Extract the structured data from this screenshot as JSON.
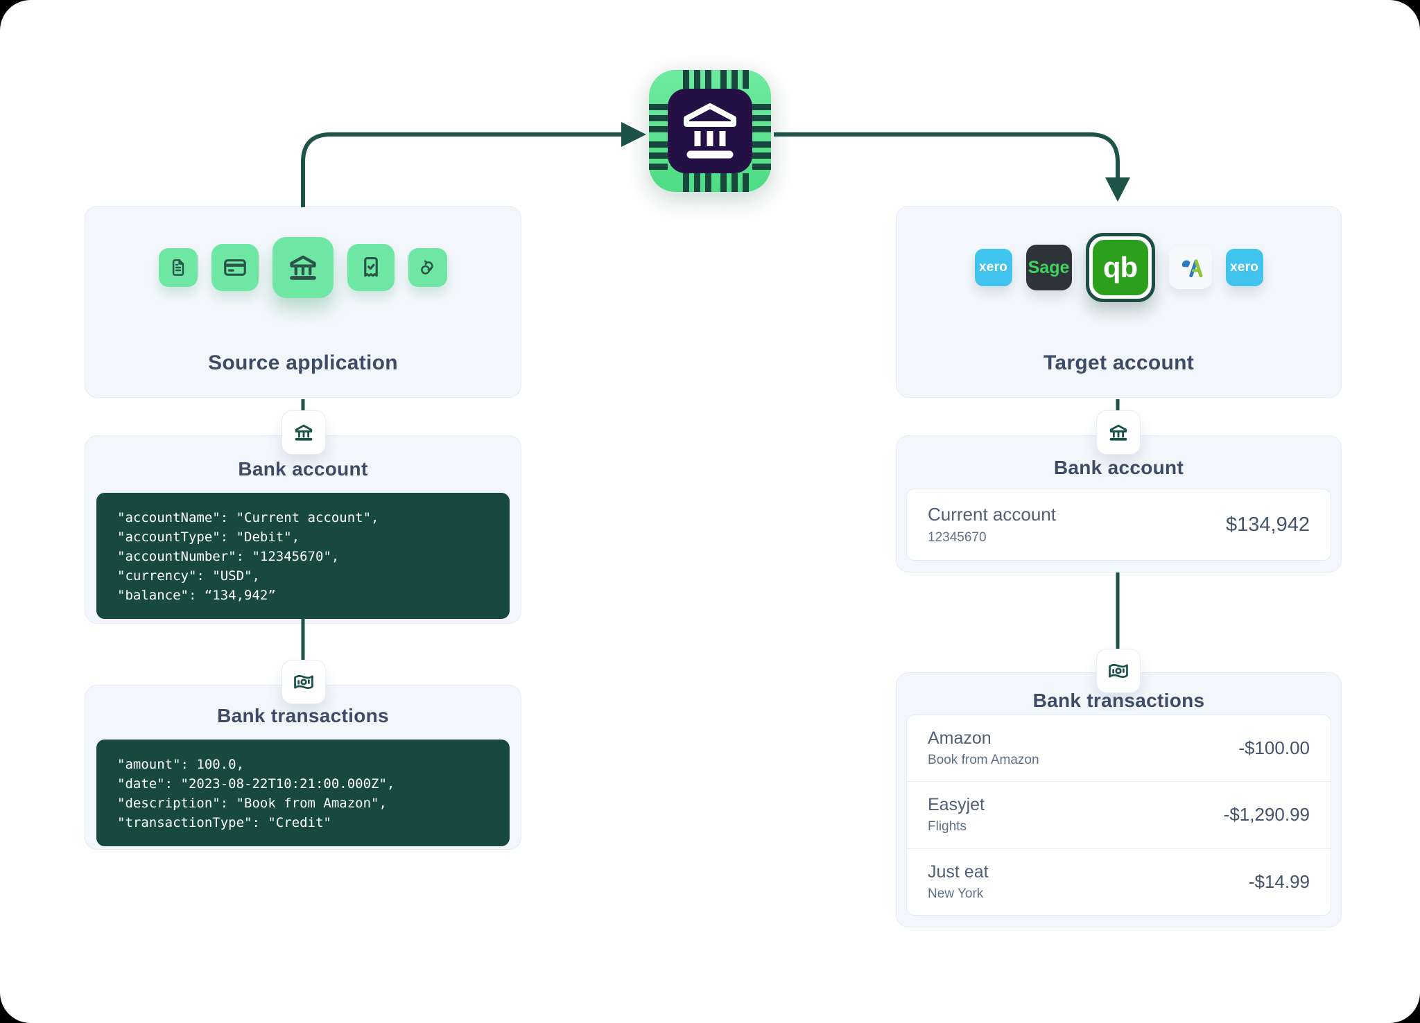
{
  "diagram": {
    "hub_icon": "bank-chip-icon",
    "source_panel": {
      "title": "Source application",
      "icons": [
        "document-icon",
        "credit-card-icon",
        "bank-icon",
        "receipt-check-icon",
        "sync-icon"
      ]
    },
    "target_panel": {
      "title": "Target account",
      "logos": [
        {
          "icon": "xero-logo",
          "label": "xero",
          "bg": "#40c4ee"
        },
        {
          "icon": "sage-logo",
          "label": "Sage",
          "bg": "#2d3336"
        },
        {
          "icon": "quickbooks-logo",
          "label": "qb",
          "bg": "#2ca01c",
          "highlighted": true
        },
        {
          "icon": "freeagent-logo"
        },
        {
          "icon": "xero-logo",
          "label": "xero",
          "bg": "#40c4ee"
        }
      ]
    },
    "left_account": {
      "tile_icon": "bank-icon",
      "title": "Bank account",
      "code_lines": [
        "\"accountName\": \"Current account\",",
        "\"accountType\": \"Debit\",",
        "\"accountNumber\": \"12345670\",",
        "\"currency\": \"USD\",",
        "\"balance\": “134,942”"
      ]
    },
    "left_transactions": {
      "tile_icon": "banknote-icon",
      "title": "Bank transactions",
      "code_lines": [
        "\"amount\": 100.0,",
        "\"date\": \"2023-08-22T10:21:00.000Z\",",
        "\"description\": \"Book from Amazon\",",
        "\"transactionType\": \"Credit\""
      ]
    },
    "right_account": {
      "tile_icon": "bank-icon",
      "title": "Bank account",
      "account_name": "Current account",
      "account_number": "12345670",
      "balance": "$134,942"
    },
    "right_transactions": {
      "tile_icon": "banknote-icon",
      "title": "Bank transactions",
      "rows": [
        {
          "name": "Amazon",
          "description": "Book from Amazon",
          "amount": "-$100.00"
        },
        {
          "name": "Easyjet",
          "description": "Flights",
          "amount": "-$1,290.99"
        },
        {
          "name": "Just eat",
          "description": "New York",
          "amount": "-$14.99"
        }
      ]
    },
    "colors": {
      "arrow": "#1d5349",
      "code_background": "#17493e",
      "source_tile_green": "#6fe7a4",
      "chip_green": "#5fe295",
      "chip_inner_purple": "#251046",
      "panel_background": "#f3f7fb",
      "title_text": "#3d4c66",
      "xero_blue": "#40c4ee",
      "sage_green": "#3fd35f",
      "quickbooks_green": "#2ca01c"
    }
  }
}
